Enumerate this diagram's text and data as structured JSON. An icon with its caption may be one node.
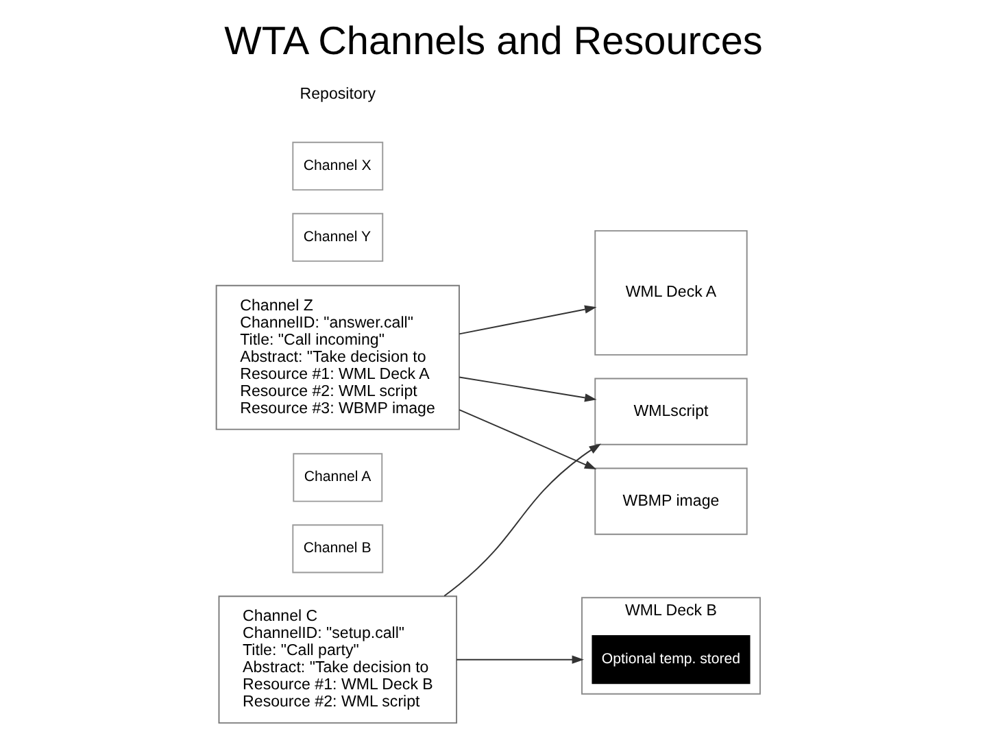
{
  "diagram": {
    "title": "WTA Channels and Resources",
    "nodes": [
      {
        "text": [
          "Channel X"
        ]
      },
      {
        "text": [
          "Channel Y"
        ]
      },
      {
        "text": [
          "Channel Z",
          "ChannelID: \"answer.call\"",
          "Title: \"Call incoming\"",
          "Abstract: \"Take decision to",
          "Resource #1: WML Deck A",
          "Resource #2: WML script",
          "Resource #3: WBMP image"
        ]
      },
      {
        "text": [
          "Channel A"
        ]
      },
      {
        "text": [
          "Channel B"
        ]
      },
      {
        "text": [
          "Channel C",
          "ChannelID: \"setup.call\"",
          "Title: \"Call party\"",
          "Abstract: \"Take decision to",
          "Resource #1: WML Deck B",
          "Resource #2: WML script"
        ]
      },
      {
        "text": [
          "WML Deck A"
        ]
      },
      {
        "text": [
          "WMLscript"
        ]
      },
      {
        "text": [
          "WBMP image"
        ]
      },
      {
        "text": [
          "WML Deck B"
        ]
      },
      {
        "text": [
          "Optional temp. stored"
        ],
        "in": 9
      }
    ],
    "edges": [
      {
        "from": 2,
        "to": 6,
        "arrow": "to"
      },
      {
        "from": 2,
        "to": 7,
        "arrow": "to"
      },
      {
        "from": 2,
        "to": 8,
        "arrow": "to"
      },
      {
        "from": 5,
        "to": 7,
        "arrow": "to"
      },
      {
        "from": 5,
        "to": 9,
        "arrow": "to"
      }
    ],
    "labels": [
      "Repository"
    ]
  }
}
